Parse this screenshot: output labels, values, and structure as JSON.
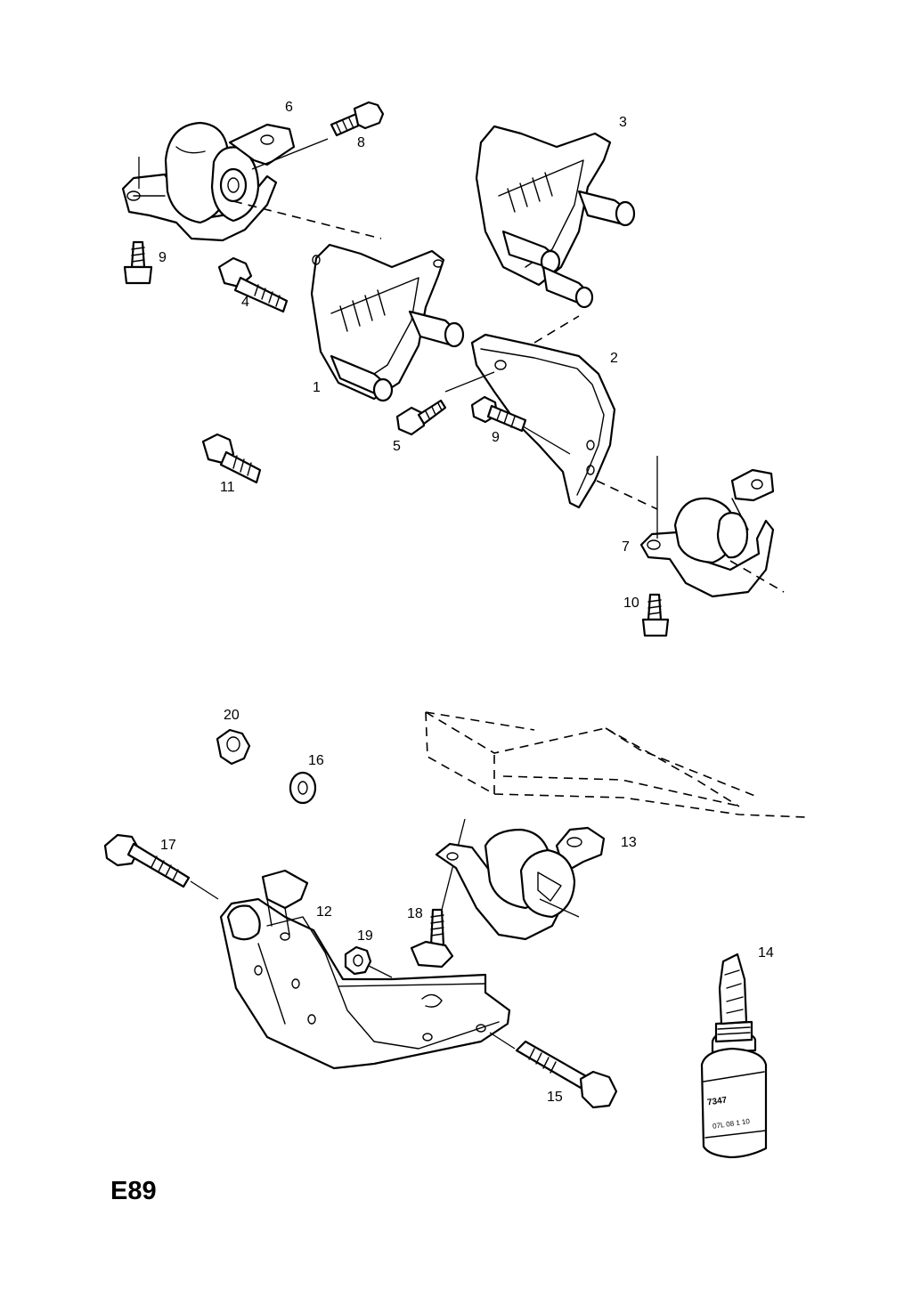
{
  "diagram": {
    "page_code": "E89",
    "bottle_text": "7347",
    "bottle_subtext": "07L 08 1 10",
    "callouts": [
      {
        "id": "c6",
        "text": "6"
      },
      {
        "id": "c8",
        "text": "8"
      },
      {
        "id": "c3",
        "text": "3"
      },
      {
        "id": "c9a",
        "text": "9"
      },
      {
        "id": "c4",
        "text": "4"
      },
      {
        "id": "c1",
        "text": "1"
      },
      {
        "id": "c2",
        "text": "2"
      },
      {
        "id": "c5",
        "text": "5"
      },
      {
        "id": "c9b",
        "text": "9"
      },
      {
        "id": "c11",
        "text": "11"
      },
      {
        "id": "c7",
        "text": "7"
      },
      {
        "id": "c10",
        "text": "10"
      },
      {
        "id": "c20",
        "text": "20"
      },
      {
        "id": "c16",
        "text": "16"
      },
      {
        "id": "c17",
        "text": "17"
      },
      {
        "id": "c13",
        "text": "13"
      },
      {
        "id": "c12",
        "text": "12"
      },
      {
        "id": "c18",
        "text": "18"
      },
      {
        "id": "c19",
        "text": "19"
      },
      {
        "id": "c14",
        "text": "14"
      },
      {
        "id": "c15",
        "text": "15"
      }
    ]
  }
}
